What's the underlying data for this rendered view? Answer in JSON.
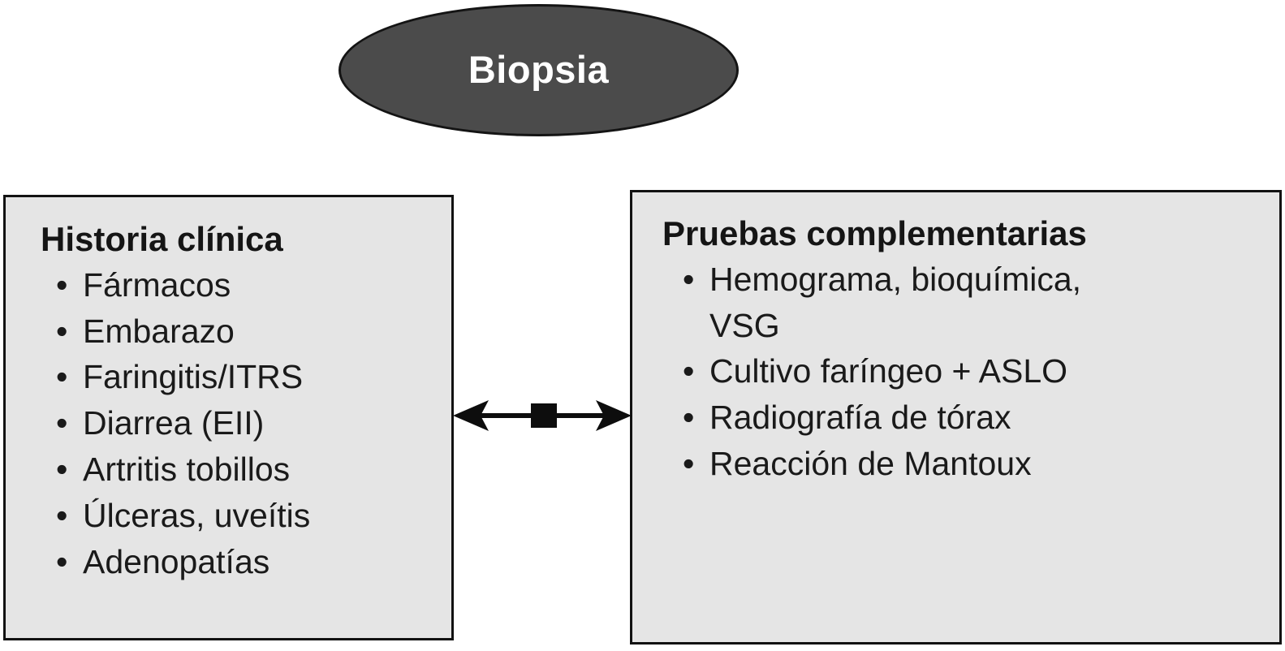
{
  "diagram": {
    "type": "flow-diagram",
    "background_color": "#ffffff",
    "nodes": {
      "top_node": {
        "label": "Biopsia",
        "shape": "ellipse",
        "fill_color": "#4b4b4b",
        "border_color": "#141414",
        "text_color": "#ffffff"
      },
      "left_panel": {
        "title": "Historia clínica",
        "shape": "rectangle",
        "fill_color": "#e5e5e5",
        "border_color": "#121212",
        "text_color": "#1a1a1a",
        "items": [
          "Fármacos",
          "Embarazo",
          "Faringitis/ITRS",
          "Diarrea (EII)",
          "Artritis tobillos",
          "Úlceras, uveítis",
          "Adenopatías"
        ]
      },
      "right_panel": {
        "title": "Pruebas complementarias",
        "shape": "rectangle",
        "fill_color": "#e5e5e5",
        "border_color": "#121212",
        "text_color": "#1a1a1a",
        "items": [
          "Hemograma, bioquímica,\nVSG",
          "Cultivo faríngeo + ASLO",
          "Radiografía de tórax",
          "Reacción de Mantoux"
        ]
      }
    },
    "connector": {
      "name": "double-headed-arrow",
      "style": "double-arrow-with-square-midpoint",
      "color": "#0d0d0d",
      "from": "Historia clínica",
      "to": "Pruebas complementarias"
    }
  }
}
